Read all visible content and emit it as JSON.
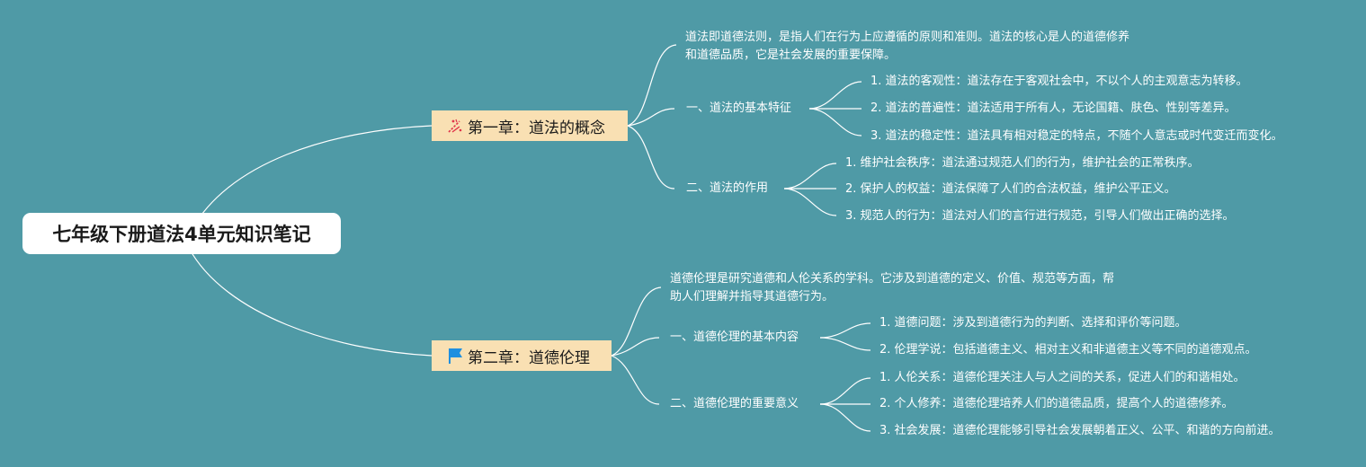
{
  "root": {
    "title": "七年级下册道法4单元知识笔记"
  },
  "chapters": [
    {
      "title": "第一章：道法的概念",
      "icon": "confetti-icon",
      "intro": "道法即道德法则，是指人们在行为上应遵循的原则和准则。道法的核心是人的道德修养和道德品质，它是社会发展的重要保障。",
      "sections": [
        {
          "title": "一、道法的基本特征",
          "items": [
            "1. 道法的客观性：道法存在于客观社会中，不以个人的主观意志为转移。",
            "2. 道法的普遍性：道法适用于所有人，无论国籍、肤色、性别等差异。",
            "3. 道法的稳定性：道法具有相对稳定的特点，不随个人意志或时代变迁而变化。"
          ]
        },
        {
          "title": "二、道法的作用",
          "items": [
            "1. 维护社会秩序：道法通过规范人们的行为，维护社会的正常秩序。",
            "2. 保护人的权益：道法保障了人们的合法权益，维护公平正义。",
            "3. 规范人的行为：道法对人们的言行进行规范，引导人们做出正确的选择。"
          ]
        }
      ]
    },
    {
      "title": "第二章：道德伦理",
      "icon": "blue-flag-icon",
      "intro": "道德伦理是研究道德和人伦关系的学科。它涉及到道德的定义、价值、规范等方面，帮助人们理解并指导其道德行为。",
      "sections": [
        {
          "title": "一、道德伦理的基本内容",
          "items": [
            "1. 道德问题：涉及到道德行为的判断、选择和评价等问题。",
            "2. 伦理学说：包括道德主义、相对主义和非道德主义等不同的道德观点。"
          ]
        },
        {
          "title": "二、道德伦理的重要意义",
          "items": [
            "1. 人伦关系：道德伦理关注人与人之间的关系，促进人们的和谐相处。",
            "2. 个人修养：道德伦理培养人们的道德品质，提高个人的道德修养。",
            "3. 社会发展：道德伦理能够引导社会发展朝着正义、公平、和谐的方向前进。"
          ]
        }
      ]
    }
  ],
  "colors": {
    "background": "#4f9aa6",
    "line": "#ffffff",
    "chapter_fill": "#f9e0b3",
    "root_fill": "#ffffff",
    "flag": "#1f8fe0",
    "confetti": "#e0344a"
  }
}
